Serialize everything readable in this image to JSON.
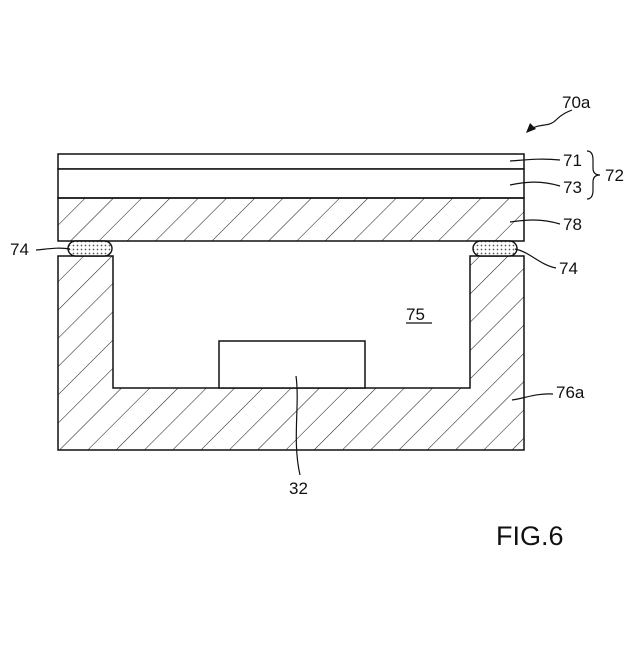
{
  "figure": {
    "caption": "FIG.6",
    "device_ref": "70a",
    "layers": {
      "top_layer": "71",
      "middle_layer": "73",
      "group": "72",
      "hatched_plate": "78"
    },
    "seal_left": "74",
    "seal_right": "74",
    "cavity": "75",
    "component": "32",
    "base": "76a"
  }
}
